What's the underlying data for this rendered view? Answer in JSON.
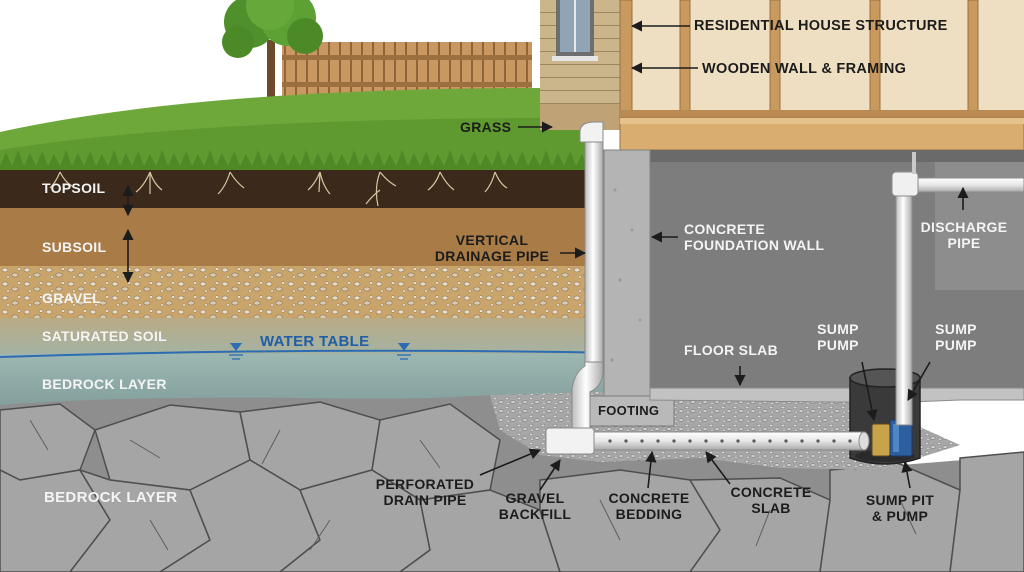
{
  "labels": {
    "residential_house_structure": "RESIDENTIAL HOUSE STRUCTURE",
    "wooden_wall_framing": "WOODEN WALL & FRAMING",
    "grass": "GRASS",
    "topsoil": "TOPSOIL",
    "subsoil": "SUBSOIL",
    "gravel": "GRAVEL",
    "saturated_soil": "SATURATED SOIL",
    "water_table": "WATER TABLE",
    "bedrock_layer_upper": "BEDROCK LAYER",
    "bedrock_layer_lower": "BEDROCK LAYER",
    "vertical_drainage_pipe": [
      "VERTICAL",
      "DRAINAGE PIPE"
    ],
    "concrete_foundation_wall": [
      "CONCRETE",
      "FOUNDATION WALL"
    ],
    "discharge_pipe": [
      "DISCHARGE",
      "PIPE"
    ],
    "sump_pump_left": [
      "SUMP",
      "PUMP"
    ],
    "sump_pump_right": [
      "SUMP",
      "PUMP"
    ],
    "floor_slab": "FLOOR SLAB",
    "footing": "FOOTING",
    "perforated_drain_pipe": [
      "PERFORATED",
      "DRAIN PIPE"
    ],
    "gravel_backfill": [
      "GRAVEL",
      "BACKFILL"
    ],
    "concrete_bedding": [
      "CONCRETE",
      "BEDDING"
    ],
    "concrete_slab": [
      "CONCRETE",
      "SLAB"
    ],
    "sump_pit_pump": [
      "SUMP PIT",
      "& PUMP"
    ]
  },
  "colors": {
    "sky": "#ffffff",
    "grass": "#6fa83a",
    "topsoil": "#3b2a1c",
    "subsoil": "#a97b47",
    "gravel_soil": "#c4a26a",
    "saturated_soil": "#a9b09b",
    "water_table_line": "#2b6cb3",
    "bedrock_band": "#8fa9a6",
    "rock": "#9a9a9a",
    "concrete": "#b4b4b4",
    "basement_wall": "#7d7d7d",
    "pipe": "#e6e6e6",
    "wood": "#d9b07a",
    "siding": "#cdb88f"
  }
}
